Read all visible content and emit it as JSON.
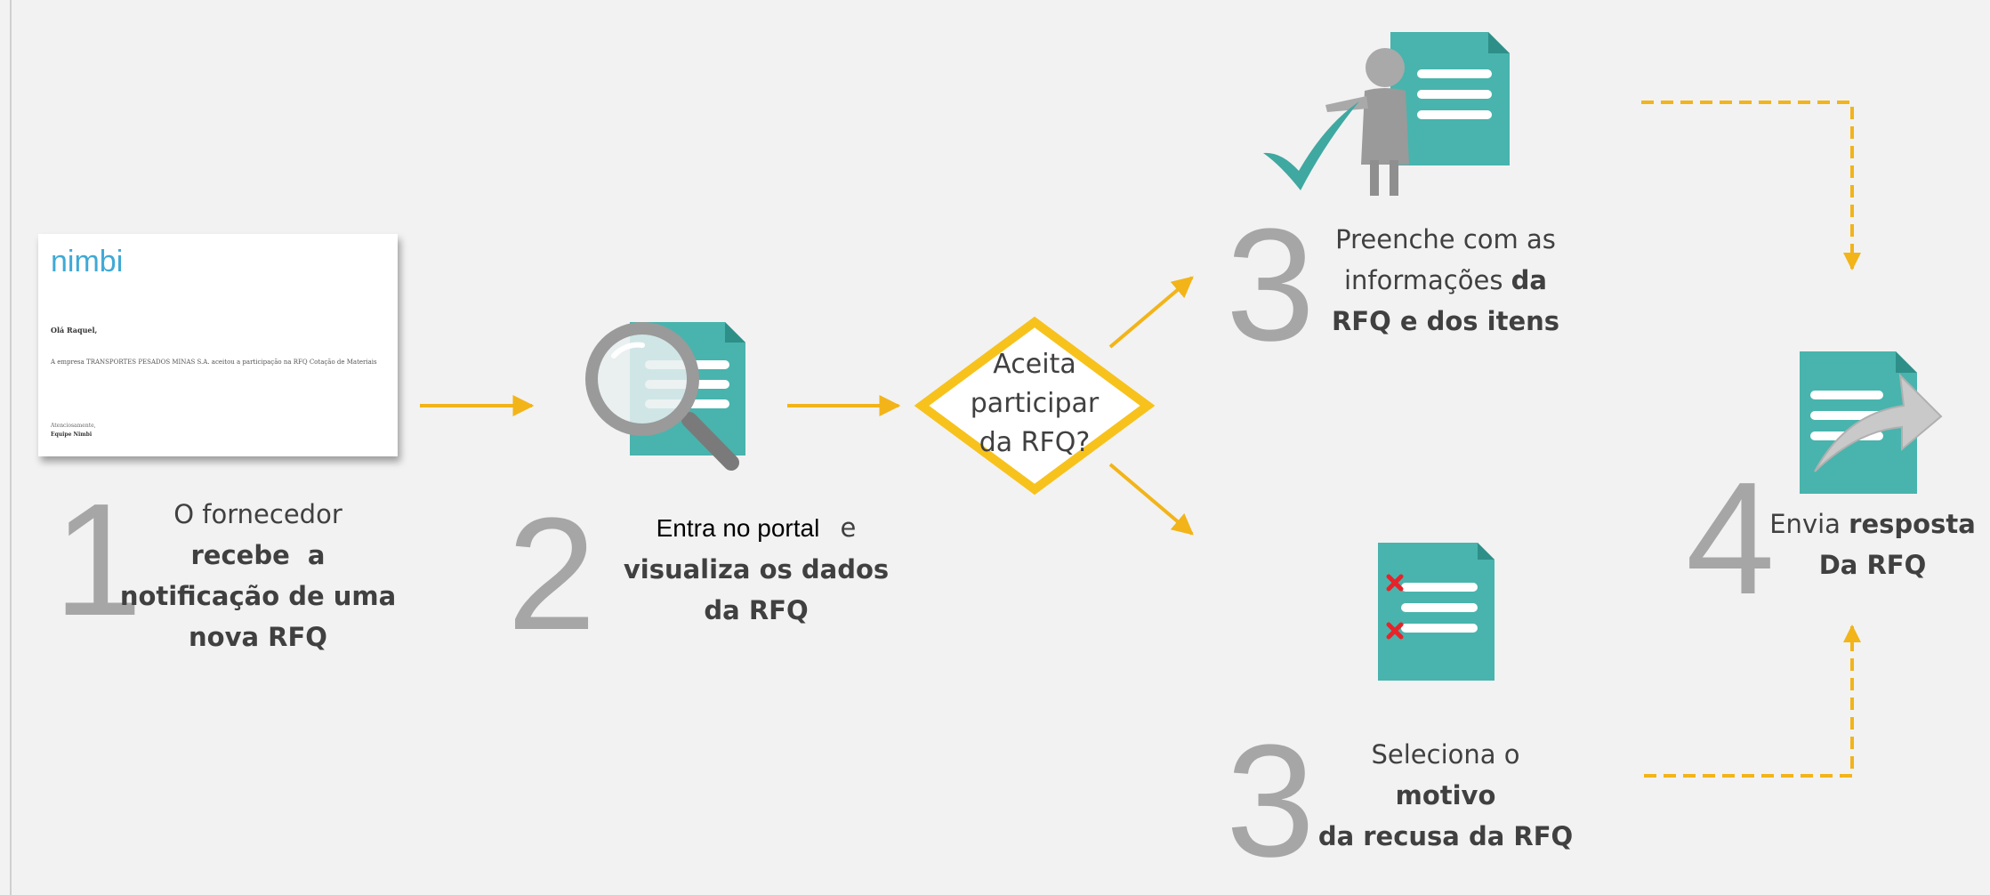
{
  "email": {
    "logo": "nimbi",
    "greeting": "Olá Raquel,",
    "body": "A empresa TRANSPORTES PESADOS MINAS S.A. aceitou a participação na RFQ Cotação de Materiais",
    "sign_off": "Atenciosamente,",
    "sender": "Equipe Nimbi"
  },
  "steps": {
    "s1": {
      "number": "1",
      "line1": "O fornecedor",
      "line2": "recebe  a",
      "line3": "notificação de uma",
      "line4": "nova RFQ"
    },
    "s2": {
      "number": "2",
      "line1a": "Entra no portal",
      "line1b": "e",
      "line2": "visualiza os dados",
      "line3": "da RFQ"
    },
    "decision": {
      "line1": "Aceita",
      "line2": "participar",
      "line3": "da RFQ?"
    },
    "s3a": {
      "number": "3",
      "line1": "Preenche com as",
      "line2a": "informações",
      "line2b": "da",
      "line3": "RFQ e dos itens"
    },
    "s3b": {
      "number": "3",
      "line1": "Seleciona o",
      "line2": "motivo",
      "line3": "da recusa da RFQ"
    },
    "s4": {
      "number": "4",
      "line1a": "Envia",
      "line1b": "resposta",
      "line2": "Da RFQ"
    }
  },
  "colors": {
    "arrow": "#f2b418",
    "teal": "#48b4ad",
    "teal_dark": "#2e8f88",
    "number_gray": "#a6a6a6",
    "cross_red": "#e8232a"
  }
}
